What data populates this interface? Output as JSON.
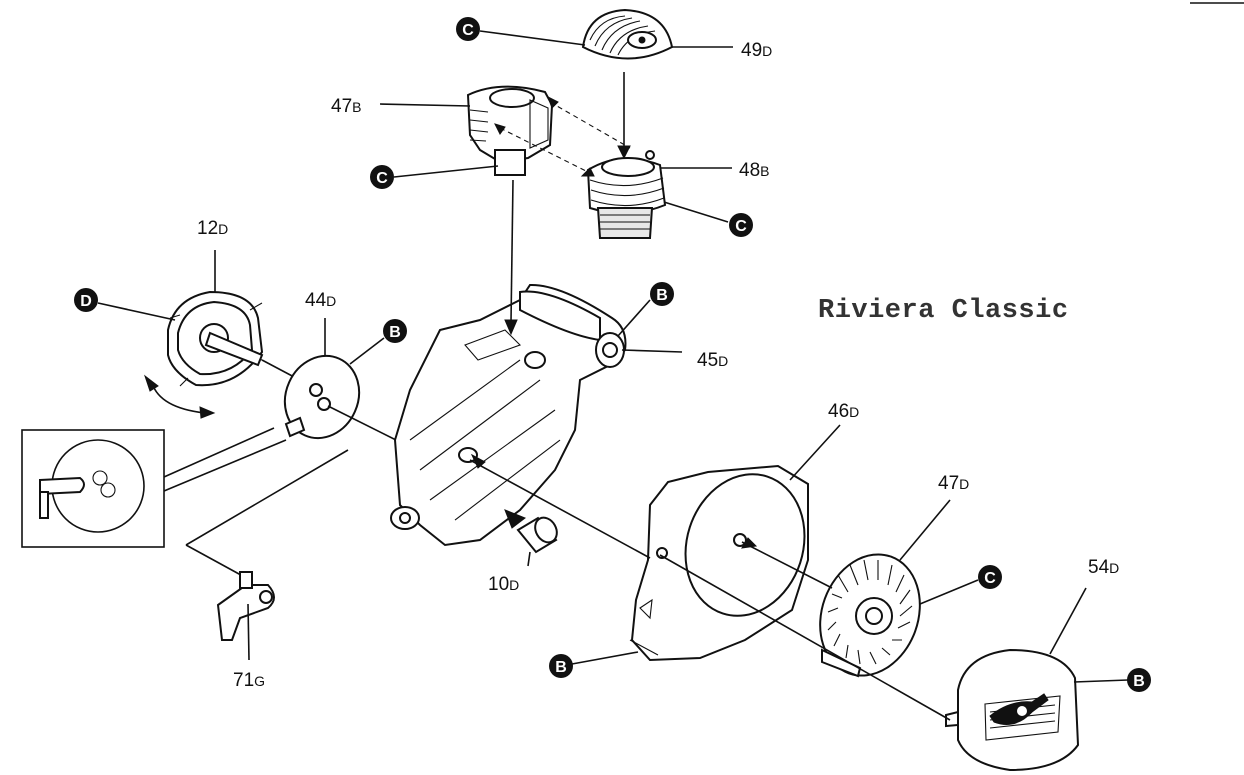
{
  "title": "Riviera Classic",
  "callouts": [
    {
      "id": "49",
      "suffix": "D"
    },
    {
      "id": "47",
      "suffix": "B"
    },
    {
      "id": "48",
      "suffix": "B"
    },
    {
      "id": "12",
      "suffix": "D"
    },
    {
      "id": "44",
      "suffix": "D"
    },
    {
      "id": "45",
      "suffix": "D"
    },
    {
      "id": "46",
      "suffix": "D"
    },
    {
      "id": "47",
      "suffix": "D"
    },
    {
      "id": "10",
      "suffix": "D"
    },
    {
      "id": "54",
      "suffix": "D"
    },
    {
      "id": "71",
      "suffix": "G"
    }
  ],
  "badges": [
    "C",
    "C",
    "C",
    "D",
    "B",
    "B",
    "B",
    "C",
    "B"
  ]
}
